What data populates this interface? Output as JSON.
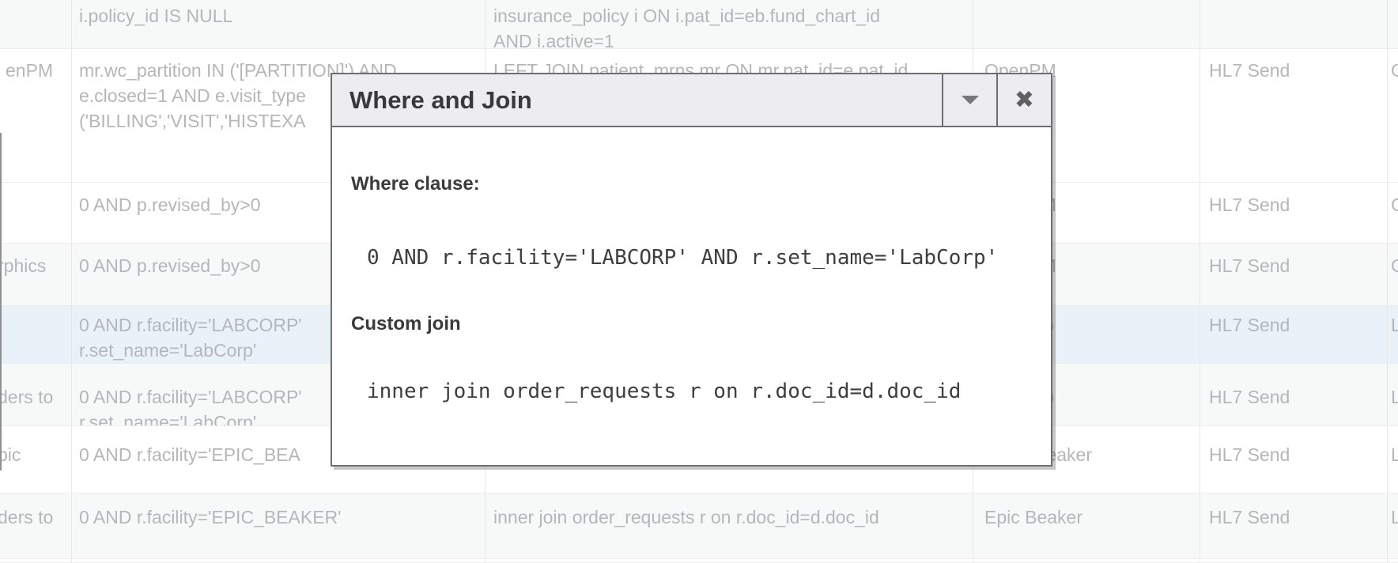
{
  "modal": {
    "title": "Where and Join",
    "where_label": "Where clause:",
    "where_clause": "0 AND r.facility='LABCORP' AND r.set_name='LabCorp'",
    "join_label": "Custom join",
    "custom_join": "inner join order_requests r on r.doc_id=d.doc_id",
    "buttons": {
      "collapse": "caret-down",
      "close_glyph": "✖"
    }
  },
  "colors": {
    "highlight_row": "#e9f2f9",
    "row_stripe": "#f7f8f8",
    "titlebar_bg": "#edecf1",
    "modal_border": "#6e6e6e",
    "table_text": "#b4b7ba"
  },
  "table": {
    "columns": [
      "source-partial",
      "where-clause",
      "join-clause",
      "target-system",
      "send-type",
      "overflow-partial"
    ],
    "rows": [
      {
        "cells": [
          "",
          "i.policy_id IS NULL",
          "insurance_policy i ON i.pat_id=eb.fund_chart_id\nAND i.active=1",
          "",
          "",
          ""
        ]
      },
      {
        "cells": [
          "enPM",
          "mr.wc_partition IN ('[PARTITION]') AND\ne.closed=1 AND e.visit_type\n('BILLING','VISIT','HISTEXA",
          "LEFT JOIN patient_mrns mr ON mr.pat_id=e.pat_id",
          "OpenPM",
          "HL7 Send",
          "C"
        ]
      },
      {
        "cells": [
          "",
          "0 AND p.revised_by>0",
          "",
          "OpenPM",
          "HL7 Send",
          "C"
        ]
      },
      {
        "cells": [
          "rphics",
          "0 AND p.revised_by>0",
          "",
          "OpenPM",
          "HL7 Send",
          "C"
        ]
      },
      {
        "cells": [
          "",
          "0 AND r.facility='LABCORP'\nr.set_name='LabCorp'",
          "",
          "LabCorp",
          "HL7 Send",
          "L"
        ]
      },
      {
        "cells": [
          "ders to",
          "0 AND r.facility='LABCORP'\nr.set_name='LabCorp'",
          "",
          "LabCorp",
          "HL7 Send",
          "L"
        ]
      },
      {
        "cells": [
          "pic",
          "0 AND r.facility='EPIC_BEA",
          "",
          "Epic Beaker",
          "HL7 Send",
          "L"
        ]
      },
      {
        "cells": [
          "ders to",
          "0 AND r.facility='EPIC_BEAKER'",
          "inner join order_requests r on r.doc_id=d.doc_id",
          "Epic Beaker",
          "HL7 Send",
          "L"
        ]
      },
      {
        "cells": [
          "",
          "",
          "",
          "",
          "",
          ""
        ]
      }
    ]
  }
}
